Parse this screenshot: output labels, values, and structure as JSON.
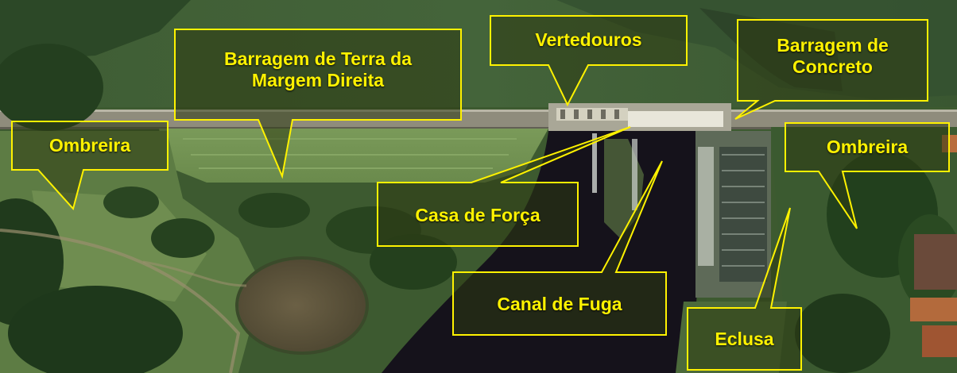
{
  "image": {
    "subject": "aerial-photo-dam",
    "colors": {
      "label_text": "#FFF200",
      "label_border": "#FFF200",
      "label_fill": "#2E3A12",
      "river_water": "#14111A",
      "pond_water": "#5A5238",
      "grass": "#6E8A4E",
      "forest": "#24421F",
      "reservoir_vegetation": "#3E5D33",
      "dam_crest": "#8C8A7A"
    }
  },
  "labels": {
    "barragem_terra": "Barragem de Terra da\nMargem Direita",
    "vertedouros": "Vertedouros",
    "barragem_concreto": "Barragem de\nConcreto",
    "ombreira_esquerda": "Ombreira",
    "ombreira_direita": "Ombreira",
    "casa_de_forca": "Casa de Força",
    "canal_de_fuga": "Canal de Fuga",
    "eclusa": "Eclusa"
  }
}
